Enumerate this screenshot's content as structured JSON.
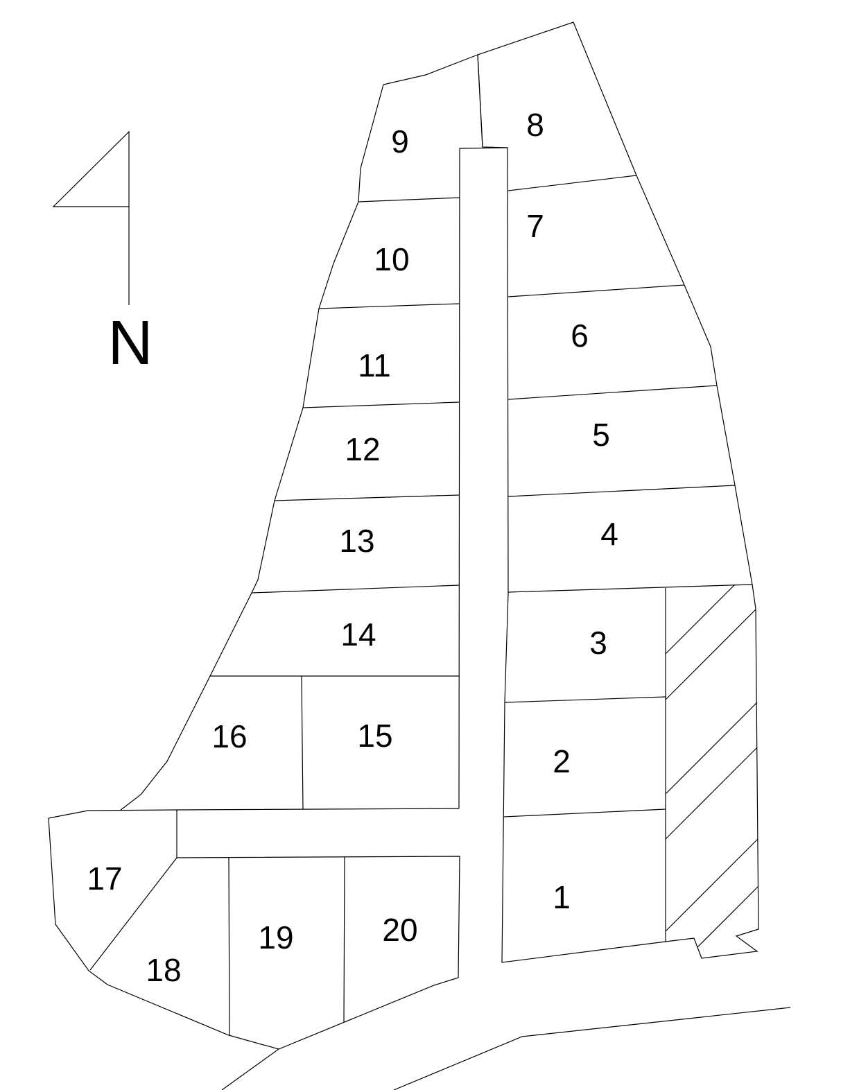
{
  "north_arrow": {
    "label": "N"
  },
  "lots": [
    {
      "id": "1",
      "label": "1"
    },
    {
      "id": "2",
      "label": "2"
    },
    {
      "id": "3",
      "label": "3"
    },
    {
      "id": "4",
      "label": "4"
    },
    {
      "id": "5",
      "label": "5"
    },
    {
      "id": "6",
      "label": "6"
    },
    {
      "id": "7",
      "label": "7"
    },
    {
      "id": "8",
      "label": "8"
    },
    {
      "id": "9",
      "label": "9"
    },
    {
      "id": "10",
      "label": "10"
    },
    {
      "id": "11",
      "label": "11"
    },
    {
      "id": "12",
      "label": "12"
    },
    {
      "id": "13",
      "label": "13"
    },
    {
      "id": "14",
      "label": "14"
    },
    {
      "id": "15",
      "label": "15"
    },
    {
      "id": "16",
      "label": "16"
    },
    {
      "id": "17",
      "label": "17"
    },
    {
      "id": "18",
      "label": "18"
    },
    {
      "id": "19",
      "label": "19"
    },
    {
      "id": "20",
      "label": "20"
    }
  ]
}
